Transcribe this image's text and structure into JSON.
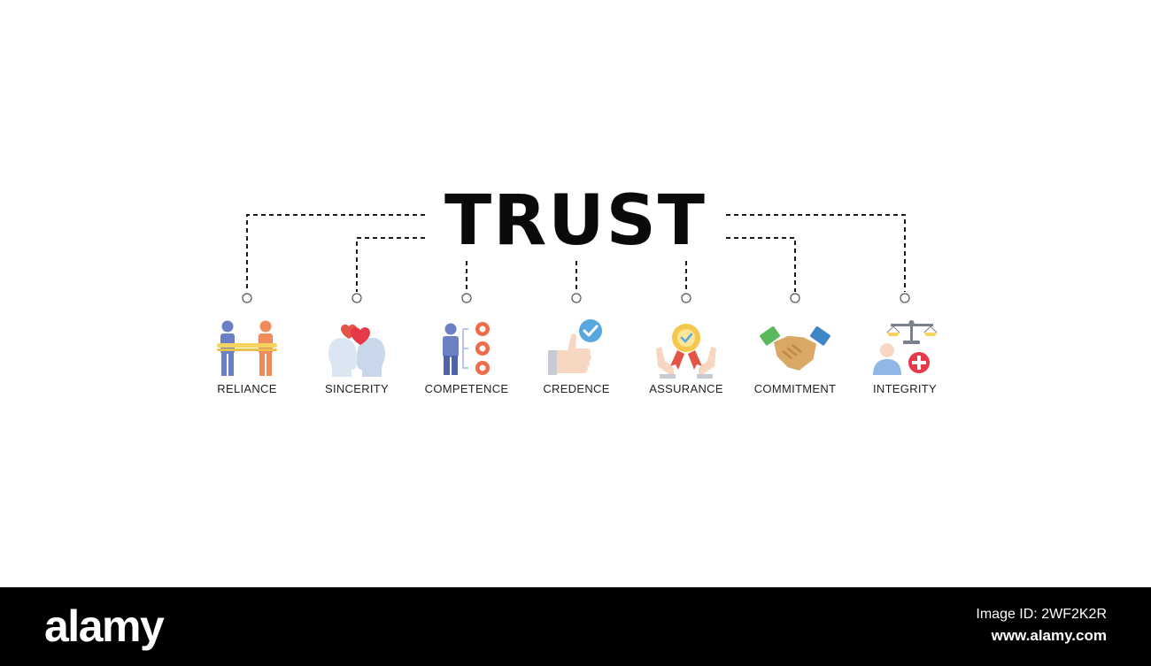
{
  "title": "TRUST",
  "items": [
    {
      "label": "RELIANCE",
      "icon": "two-people-linked-icon"
    },
    {
      "label": "SINCERITY",
      "icon": "two-heads-heart-icon"
    },
    {
      "label": "COMPETENCE",
      "icon": "person-skills-icon"
    },
    {
      "label": "CREDENCE",
      "icon": "thumbs-up-check-icon"
    },
    {
      "label": "ASSURANCE",
      "icon": "hands-badge-icon"
    },
    {
      "label": "COMMITMENT",
      "icon": "handshake-icon"
    },
    {
      "label": "INTEGRITY",
      "icon": "scale-person-plus-icon"
    }
  ],
  "footer": {
    "brand": "alamy",
    "image_id": "Image ID: 2WF2K2R",
    "website": "www.alamy.com"
  },
  "colors": {
    "background": "#ffffff",
    "title": "#0a0a0a",
    "footer_bg": "#000000",
    "blue": "#6b7fc4",
    "orange": "#f08c5a",
    "yellow": "#f4d35e",
    "red": "#e25545",
    "skin": "#f7d6c2",
    "check": "#5aa7e0",
    "green": "#5bb85c",
    "tan": "#d9a865"
  }
}
